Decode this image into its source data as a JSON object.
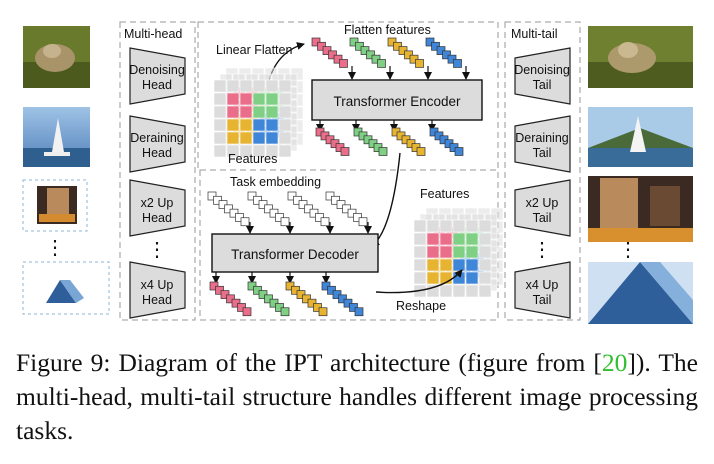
{
  "diagram": {
    "multi_head_label": "Multi-head",
    "multi_tail_label": "Multi-tail",
    "heads": [
      {
        "line1": "Denoising",
        "line2": "Head"
      },
      {
        "line1": "Deraining",
        "line2": "Head"
      },
      {
        "line1": "x2 Up",
        "line2": "Head"
      },
      {
        "line1": "x4 Up",
        "line2": "Head"
      }
    ],
    "tails": [
      {
        "line1": "Denoising",
        "line2": "Tail"
      },
      {
        "line1": "Deraining",
        "line2": "Tail"
      },
      {
        "line1": "x2 Up",
        "line2": "Tail"
      },
      {
        "line1": "x4 Up",
        "line2": "Tail"
      }
    ],
    "ellipsis": "⋮",
    "linear_flatten": "Linear Flatten",
    "flatten_features": "Flatten features",
    "features_top": "Features",
    "transformer_encoder": "Transformer Encoder",
    "task_embedding": "Task embedding",
    "transformer_decoder": "Transformer Decoder",
    "features_right": "Features",
    "reshape": "Reshape",
    "colors": {
      "red": "#ea6e8a",
      "green": "#7fcf84",
      "yellow": "#e7b432",
      "blue": "#3f86d8",
      "gray": "#dcdcdc",
      "dashed_border": "#9a9a9a",
      "box_fill": "#dcdcdc"
    }
  },
  "caption": {
    "prefix": "Figure 9:  Diagram of the IPT architecture (figure from [",
    "ref": "20",
    "suffix": "]). The multi-head, multi-tail structure handles different image processing tasks."
  }
}
